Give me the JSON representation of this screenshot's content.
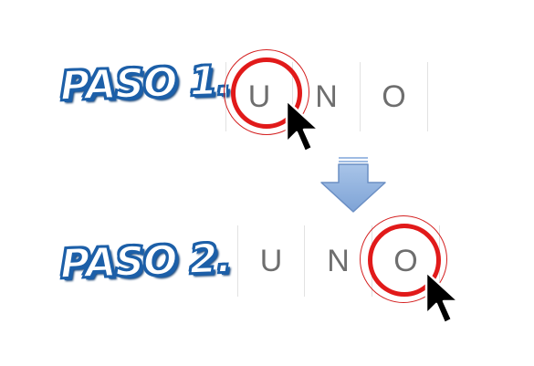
{
  "steps": [
    {
      "label": "PASO 1.",
      "letters": [
        "U",
        "N",
        "O"
      ],
      "highlighted_index": 0
    },
    {
      "label": "PASO 2.",
      "letters": [
        "U",
        "N",
        "O"
      ],
      "highlighted_index": 2
    }
  ],
  "icons": {
    "cursor": "mouse-pointer-icon",
    "arrow": "arrow-down-icon"
  },
  "colors": {
    "highlight_ring": "#e11a1a",
    "label_outline": "#1c5fa8",
    "arrow_fill": "#8fb1dd",
    "letter_color": "#6e6e6e"
  }
}
